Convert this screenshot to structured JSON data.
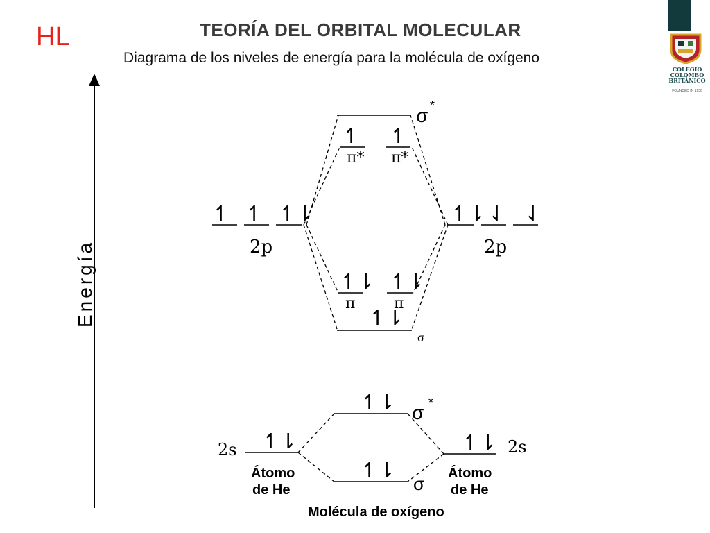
{
  "header": {
    "tag": "HL",
    "title": "TEORÍA DEL  ORBITAL MOLECULAR",
    "subtitle": "Diagrama de los niveles de energía para la molécula de oxígeno"
  },
  "logo": {
    "name_lines": [
      "COLEGIO",
      "COLOMBO",
      "BRITÁNICO"
    ],
    "founded": "FOUNDED IN 1956"
  },
  "axis": {
    "label": "Energía"
  },
  "labels": {
    "orbital_2p": "2p",
    "orbital_2s": "2s",
    "sigma_star": "σ",
    "star": "*",
    "sigma": "σ",
    "pi_star": "π*",
    "pi": "π",
    "atom_line1": "Átomo",
    "atom_line2": "de He",
    "molecule": "Molécula de oxígeno"
  },
  "electrons": {
    "up": "↿",
    "down": "⇃",
    "pair": "↿⇂"
  },
  "colors": {
    "tag": "#e8211d",
    "title": "#3a3a3a",
    "logo_dark": "#123a3d",
    "logo_red": "#b4232a",
    "logo_gold": "#d8a52a"
  }
}
